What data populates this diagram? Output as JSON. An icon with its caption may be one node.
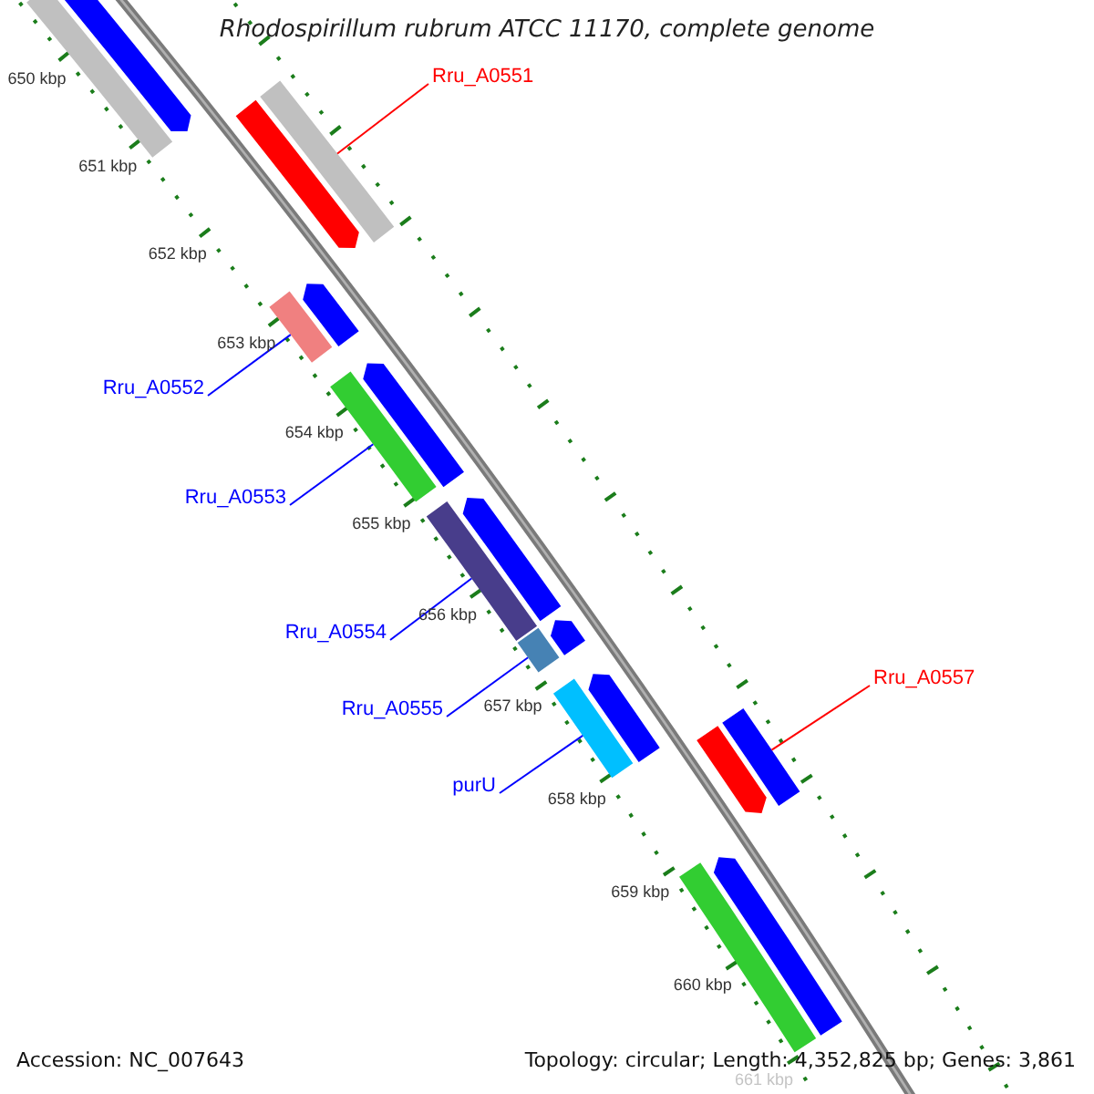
{
  "diagram": {
    "title": "Rhodospirillum rubrum ATCC 11170, complete genome",
    "nodes": [
      {
        "text": [
          "Rru_A0551"
        ]
      },
      {
        "text": [
          "Rru_A0552"
        ]
      },
      {
        "text": [
          "Rru_A0553"
        ]
      },
      {
        "text": [
          "Rru_A0554"
        ]
      },
      {
        "text": [
          "Rru_A0555"
        ]
      },
      {
        "text": [
          "purU"
        ]
      },
      {
        "text": [
          "Rru_A0557"
        ]
      },
      {
        "text": [],
        "shape": "bar"
      },
      {
        "text": [],
        "shape": "bar"
      },
      {
        "text": [],
        "shape": "bar"
      },
      {
        "text": [],
        "shape": "bar"
      },
      {
        "text": [],
        "shape": "bar"
      },
      {
        "text": [],
        "shape": "bar"
      },
      {
        "text": [],
        "shape": "bar"
      },
      {
        "text": [],
        "shape": "bar"
      },
      {
        "text": [],
        "shape": "bar"
      },
      {
        "text": [],
        "shape": "bar"
      },
      {
        "text": [],
        "shape": "bar"
      },
      {
        "text": [],
        "shape": "bar"
      },
      {
        "text": [],
        "shape": "bar"
      },
      {
        "text": [],
        "shape": "bar"
      },
      {
        "text": [],
        "shape": "bar"
      },
      {
        "text": [],
        "shape": "bar"
      },
      {
        "text": [],
        "shape": "bar"
      },
      {
        "text": [],
        "shape": "bar"
      }
    ],
    "edges": [
      {
        "from": 0,
        "to": 7,
        "arrow": "none",
        "color": "#ff0000"
      },
      {
        "from": 1,
        "to": 8,
        "arrow": "none"
      },
      {
        "from": 2,
        "to": 9,
        "arrow": "none"
      },
      {
        "from": 3,
        "to": 10,
        "arrow": "none"
      },
      {
        "from": 4,
        "to": 11,
        "arrow": "none"
      },
      {
        "from": 5,
        "to": 12,
        "arrow": "none"
      },
      {
        "from": 6,
        "to": 13,
        "arrow": "none",
        "color": "#ff0000"
      }
    ],
    "labels": [
      "650 kbp",
      "651 kbp",
      "652 kbp",
      "653 kbp",
      "654 kbp",
      "655 kbp",
      "656 kbp",
      "657 kbp",
      "658 kbp",
      "659 kbp",
      "660 kbp",
      "661 kbp",
      "Accession: NC_007643",
      "Topology: circular; Length: 4,352,825 bp; Genes: 3,861"
    ]
  }
}
